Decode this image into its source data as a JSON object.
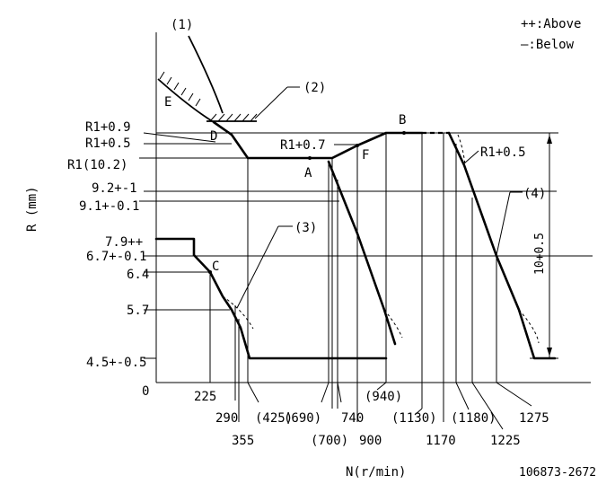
{
  "header": {
    "ref_1": "(1)",
    "legend_above": "++:Above",
    "legend_below": "—:Below"
  },
  "axes": {
    "y_label": "R (mm)",
    "x_label": "N(r/min)",
    "origin": "0"
  },
  "y_ticks": [
    "R1+0.9",
    "R1+0.5",
    "R1(10.2)",
    "9.2+-1",
    "9.1+-0.1",
    "7.9++",
    "6.7+-0.1",
    "6.4",
    "5.7",
    "4.5+-0.5"
  ],
  "x_ticks": {
    "row1": [
      "225",
      "(425)",
      "(690)",
      "740",
      "(940)",
      "(1130)",
      "(1180)",
      "1275"
    ],
    "row2": [
      "290",
      "(700)",
      "900",
      "1170",
      "1225"
    ],
    "row3": [
      "355"
    ]
  },
  "points": {
    "A": "A",
    "B": "B",
    "C": "C",
    "D": "D",
    "E": "E",
    "F": "F"
  },
  "annotations": {
    "ref_2": "(2)",
    "ref_3": "(3)",
    "ref_4": "(4)",
    "r07": "R1+0.7",
    "r05_right": "R1+0.5",
    "range": "10+0.5"
  },
  "footer": {
    "code": "106873-2672"
  }
}
